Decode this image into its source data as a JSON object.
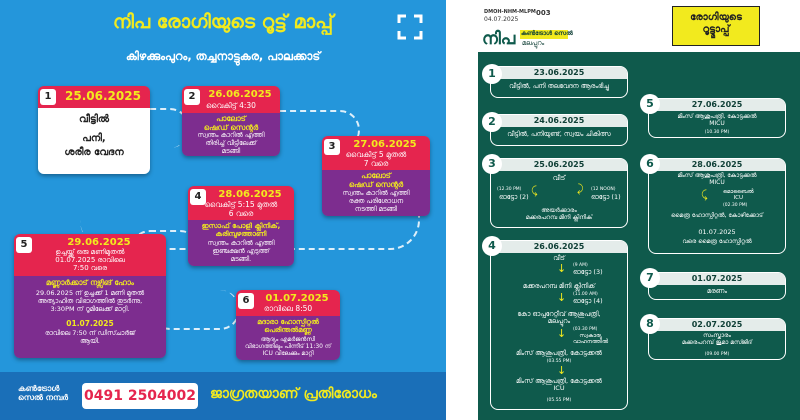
{
  "left": {
    "title": "നിപ രോഗിയുടെ റൂട്ട് മാപ്പ്",
    "subtitle": "കിഴക്കുംപുറം, തച്ചനാട്ടുകര, പാലക്കാട്",
    "cards": [
      {
        "n": "1",
        "date": "25.06.2025",
        "place": "വീട്ടിൽ",
        "body": "പനി,\nശരീര വേദന"
      },
      {
        "n": "2",
        "date": "26.06.2025",
        "sub": "വൈകിട്ട് 4:30",
        "place": "പാലോട്\nഷെഡ് സെന്റർ",
        "body": "സ്വന്തം കാറിൽ എത്തി\nതിരിച്ച് വീട്ടിലേക്ക്\nമടങ്ങി"
      },
      {
        "n": "3",
        "date": "27.06.2025",
        "sub": "വൈകിട്ട് 5 മുതൽ\n7 വരെ",
        "place": "പാലോട്\nഷെഡ് സെന്റർ",
        "body": "സ്വന്തം കാറിൽ എത്തി\nരക്ത പരിശോധന\nനടത്തി മടങ്ങി"
      },
      {
        "n": "4",
        "date": "28.06.2025",
        "sub": "വൈകിട്ട് 5:15 മുതൽ\n6 വരെ",
        "place": "ഇസാഫ് പോളി ക്ലിനിക്,\nകരിമ്പുഴത്താണി",
        "body": "സ്വന്തം കാറിൽ എത്തി\nഇഞ്ചക്ഷൻ എടുത്ത്\nമടങ്ങി."
      },
      {
        "n": "5",
        "date": "29.06.2025",
        "sub": "ഉച്ചയ്ക്ക് ഒരു മണിമുതൽ\n01.07.2025 രാവിലെ\n7:50 വരെ",
        "place": "മണ്ണാർക്കാട് നഴ്സിങ് ഹോം",
        "body": "29.06.2025 ന് ഉച്ചക്ക് 1 മണി മുതൽ\nഅത്യാഹിത വിഭാഗത്തിൽ തുടർന്നു,\n3:30PM ന് റൂമിലേക്ക് മാറ്റി.",
        "date2": "01.07.2025",
        "body2": "രാവിലെ 7:50 ന് ഡിസ്ചാർജ്\nആയി."
      },
      {
        "n": "6",
        "date": "01.07.2025",
        "sub": "രാവിലെ 8:50",
        "place": "മദാരാ ഹോസ്പിറ്റൽ\nപെരിന്തൽമണ്ണ",
        "body": "ആദ്യം എമർജൻസി\nവിഭാഗത്തിലും പിന്നീട് 11:30 ന്\nICU വിലേക്കും മാറ്റി"
      }
    ],
    "footer": {
      "control_label": "കൺട്രോൾ\nസെൽ നമ്പർ",
      "phone": "0491 2504002",
      "slogan": "ജാഗ്രതയാണ് പ്രതിരോധം"
    }
  },
  "right": {
    "org_code": "DMOH-NHM-MLPM",
    "doc_no": "003",
    "date": "04.07.2025",
    "brand": "നിപ",
    "control": "കൺട്രോൾ സെൽ",
    "district": "മലപ്പുറം",
    "badge": "രോഗിയുടെ\nറൂട്ട്മാപ്പ്",
    "boxes": [
      {
        "n": "1",
        "date": "23.06.2025",
        "body": "വീട്ടിൽ, പനി തലവേദന ആരംഭിച്ചു"
      },
      {
        "n": "2",
        "date": "24.06.2025",
        "body": "വീട്ടിൽ, പനിയുണ്ട്, സ്വയം ചികിത്സ"
      },
      {
        "n": "3",
        "date": "25.06.2025",
        "home": "വീട്",
        "left_t": "(12.30 PM)",
        "left_l": "ഓട്ടോ (2)",
        "right_t": "(12 NOON)",
        "right_l": "ഓട്ടോ (1)",
        "dest": "അയർക്കാരം\nമക്കരപറമ്പ മിനി ക്ലിനിക്"
      },
      {
        "n": "4",
        "date": "26.06.2025",
        "steps": [
          "വീട്",
          "(9 AM)",
          "ഓട്ടോ (3)",
          "മക്കരപറമ്പ മിനി ക്ലിനിക്",
          "(11.00 AM)",
          "ഓട്ടോ (4)",
          "കോ ഓപ്പറേറ്റീവ് ആശുപത്രി,\nമലപ്പുറം",
          "(03.30 PM)",
          "സ്വകാര്യ\nവാഹനത്തിൽ",
          "മിംസ് ആശുപത്രി, കോട്ടക്കൽ",
          "(03.55 PM)",
          "മിംസ് ആശുപത്രി, കോട്ടക്കൽ\nICU",
          "(05.55 PM)"
        ]
      },
      {
        "n": "5",
        "date": "27.06.2025",
        "body": "മിംസ് ആശുപത്രി, കോട്ടക്കൽ\nMICU",
        "time": "(10.30 PM)"
      },
      {
        "n": "6",
        "date": "28.06.2025",
        "body": "മിംസ് ആശുപത്രി, കോട്ടക്കൽ\nMICU",
        "amb": "മൊബൈൽ\nICU",
        "ambt": "(02.30 PM)",
        "dest": "മൈത്ര ഹോസ്പിറ്റൽ, കോഴിക്കോട്",
        "date2": "01.07.2025",
        "body2": "വരെ മൈത്ര ഹോസ്പിറ്റൽ"
      },
      {
        "n": "7",
        "date": "01.07.2025",
        "body": "മരണം"
      },
      {
        "n": "8",
        "date": "02.07.2025",
        "body": "സംസ്കാരം\nമക്കരപറമ്പ് ജുമാ മസ്ജിദ്",
        "time": "(09.00 PM)"
      }
    ]
  },
  "icons": {
    "expand": "expand-icon"
  }
}
